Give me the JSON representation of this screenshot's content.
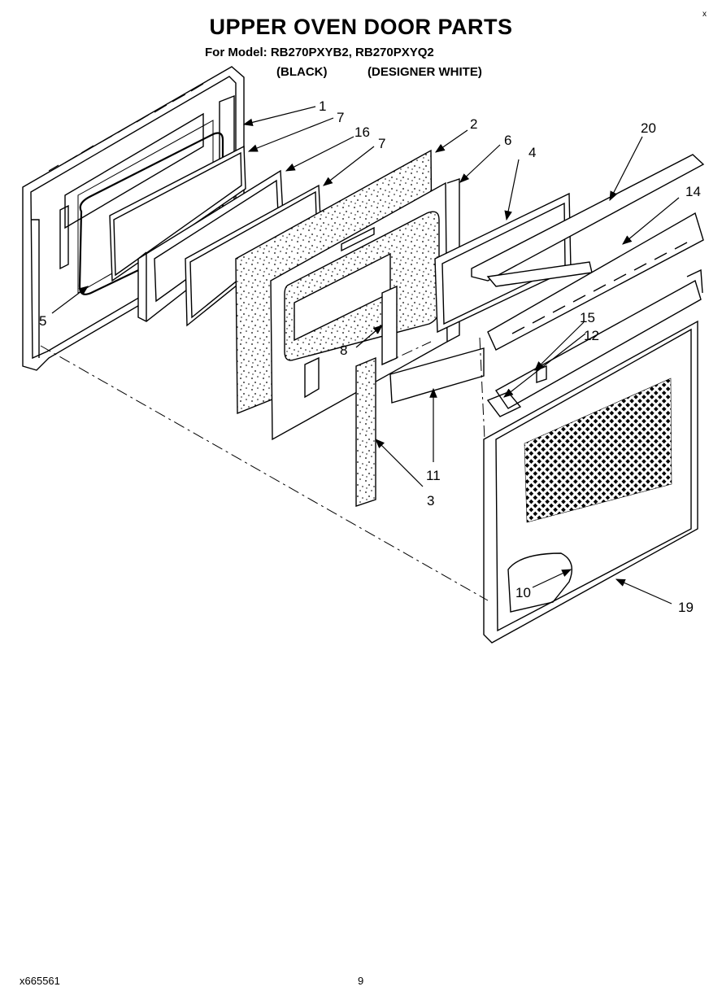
{
  "title": "UPPER OVEN DOOR PARTS",
  "subtitle": "For Model: RB270PXYB2, RB270PXYQ2",
  "variants": {
    "black": "(BLACK)",
    "white": "(DESIGNER WHITE)"
  },
  "corner_mark": "x",
  "footer": {
    "code": "x665561",
    "page": "9"
  },
  "callouts": {
    "c1": "1",
    "c2": "2",
    "c3": "3",
    "c4": "4",
    "c5": "5",
    "c6": "6",
    "c7a": "7",
    "c7b": "7",
    "c8": "8",
    "c10": "10",
    "c11": "11",
    "c12": "12",
    "c14": "14",
    "c15": "15",
    "c16": "16",
    "c19": "19",
    "c20": "20"
  }
}
